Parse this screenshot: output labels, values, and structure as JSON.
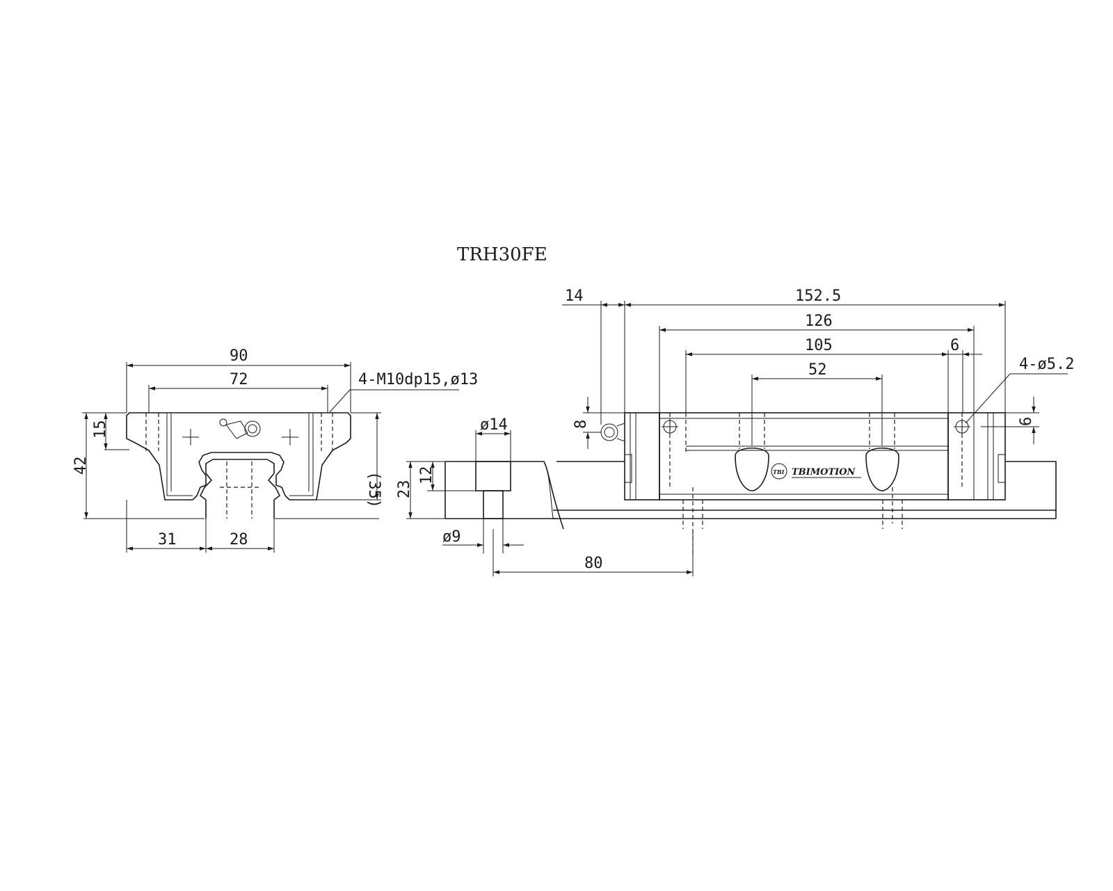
{
  "title": "TRH30FE",
  "logo": {
    "mark": "TBI",
    "text": "TBIMOTION"
  },
  "front_view": {
    "dims": {
      "width_total": "90",
      "hole_pitch": "72",
      "height_total": "42",
      "flange": "15",
      "body_height": "(35)",
      "offset": "31",
      "rail_width": "28"
    },
    "hole_callout": "4-M10dp15,ø13"
  },
  "rail_section": {
    "dims": {
      "counterbore_dia": "ø14",
      "counterbore_depth": "12",
      "rail_height": "23",
      "hole_dia": "ø9",
      "hole_pitch": "80"
    }
  },
  "side_view": {
    "dims": {
      "nipple": "14",
      "overall_length": "152.5",
      "body_length": "126",
      "plate_length": "105",
      "bolt_pitch": "52",
      "seal": "6",
      "nipple_height": "8",
      "side_offset": "6"
    },
    "hole_callout": "4-ø5.2"
  }
}
